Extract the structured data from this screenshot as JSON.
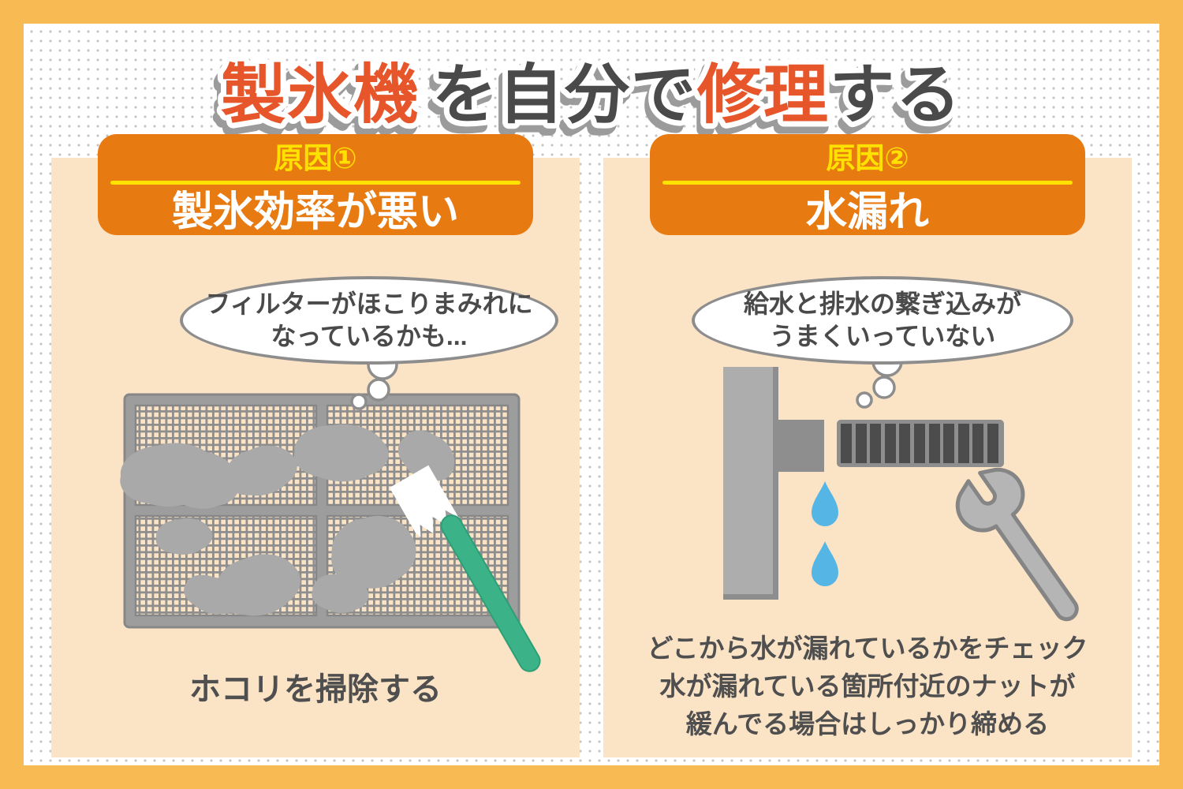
{
  "colors": {
    "border_amber": "#F8BB54",
    "accent_orange": "#E87A12",
    "title_orange": "#E7562A",
    "title_dark": "#4A4A4A",
    "accent_yellow": "#FFE100",
    "panel_peach": "#FBE3C6",
    "text_dark": "#4F4F4F",
    "bubble_stroke": "#8D8D8D",
    "drop_blue": "#55B6E6",
    "brush_green": "#3BB287",
    "dust_gray": "#DADADA"
  },
  "title": {
    "full": "製氷機を自分で修理する",
    "segments": [
      {
        "text": "製氷機",
        "color": "#E7562A"
      },
      {
        "text": "を自分で",
        "color": "#4A4A4A"
      },
      {
        "text": "修理",
        "color": "#E7562A"
      },
      {
        "text": "する",
        "color": "#4A4A4A"
      }
    ]
  },
  "panels": [
    {
      "badge": "原因①",
      "heading": "製氷効率が悪い",
      "bubble_line1": "フィルターがほこりまみれに",
      "bubble_line2": "なっているかも...",
      "caption_lines": [
        "ホコリを掃除する"
      ],
      "illustration": "dusty-air-filter-with-cleaning-brush"
    },
    {
      "badge": "原因②",
      "heading": "水漏れ",
      "bubble_line1": "給水と排水の繋ぎ込みが",
      "bubble_line2": "うまくいっていない",
      "caption_lines": [
        "どこから水が漏れているかをチェック",
        "水が漏れている箇所付近のナットが",
        "緩んでる場合はしっかり締める"
      ],
      "illustration": "leaking-pipe-joint-with-wrench"
    }
  ]
}
